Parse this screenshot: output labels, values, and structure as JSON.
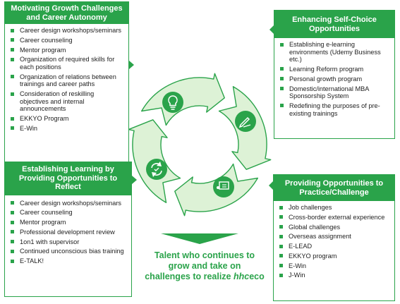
{
  "boxes": {
    "top_left": {
      "title": "Motivating Growth Challenges and Career Autonomy",
      "items": [
        "Career design workshops/seminars",
        "Career counseling",
        "Mentor program",
        "Organization of required skills for each positions",
        "Organization of relations between trainings and career paths",
        "Consideration of reskilling objectives and internal announcements",
        "EKKYO Program",
        "E-Win"
      ]
    },
    "top_right": {
      "title": "Enhancing Self-Choice Opportunities",
      "items": [
        "Establishing e-learning environments (Udemy Business etc.)",
        "Learning Reform program",
        "Personal growth program",
        "Domestic/international MBA Sponsorship System",
        "Redefining the purposes of pre-existing trainings"
      ]
    },
    "bottom_left": {
      "title": "Establishing Learning by Providing Opportunities to Reflect",
      "items": [
        "Career design workshops/seminars",
        "Career counseling",
        "Mentor program",
        "Professional development review",
        "1on1 with supervisor",
        "Continued unconscious bias training",
        "E-TALK!"
      ]
    },
    "bottom_right": {
      "title": "Providing Opportunities to Practice/Challenge",
      "items": [
        "Job challenges",
        "Cross-border external experience",
        "Global challenges",
        "Overseas assignment",
        "E-LEAD",
        "EKKYO program",
        "E-Win",
        "J-Win"
      ]
    }
  },
  "conclusion": {
    "line1": "Talent who continues to",
    "line2": "grow and take on",
    "line3_prefix": "challenges to realize ",
    "line3_brand": "hhc",
    "line3_suffix": "eco"
  },
  "icons": [
    "lightbulb-icon",
    "pen-icon",
    "presentation-icon",
    "refresh-icon"
  ],
  "colors": {
    "accent": "#2aa34a",
    "cycle_fill": "#ddf2d6",
    "cycle_stroke": "#2aa34a",
    "arrow_down": "#2aa34a"
  }
}
